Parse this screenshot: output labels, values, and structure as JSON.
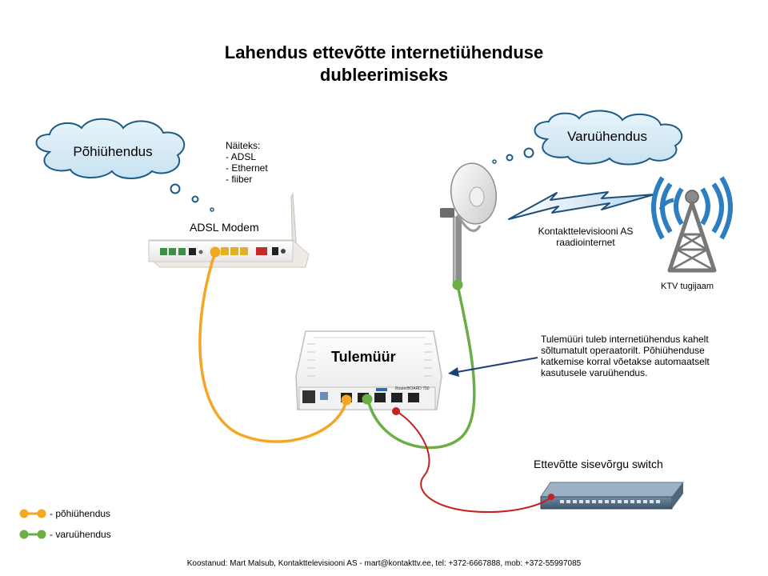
{
  "title_line1": "Lahendus ettevõtte internetiühenduse",
  "title_line2": "dubleerimiseks",
  "primary_cloud": "Põhiühendus",
  "backup_cloud": "Varuühendus",
  "examples": {
    "heading": "Näiteks:",
    "items": [
      "- ADSL",
      "- Ethernet",
      "- fiiber"
    ]
  },
  "modem_label": "ADSL Modem",
  "radio_label_1": "Kontakttelevisiooni AS",
  "radio_label_2": "raadiointernet",
  "tower_label": "KTV tugijaam",
  "firewall_label": "Tulemüür",
  "firewall_brand": "RouterBOARD 750",
  "note_lines": [
    "Tulemüüri tuleb internetiühendus kahelt",
    "sõltumatult operaatorilt. Põhiühenduse",
    "katkemise korral võetakse automaatselt",
    "kasutusele varuühendus."
  ],
  "switch_label": "Ettevõtte sisevõrgu switch",
  "legend": [
    {
      "text": "- põhiühendus",
      "color": "#F5A623"
    },
    {
      "text": "- varuühendus",
      "color": "#6AAE45"
    }
  ],
  "cable_colors": {
    "primary": "#F5A623",
    "backup": "#6AAE45",
    "lan": "#C8201E"
  },
  "icons": [
    "cloud-icon",
    "wifi-dish-icon",
    "radio-tower-icon",
    "lightning-icon",
    "modem-icon",
    "router-icon",
    "switch-icon"
  ],
  "footer": "Koostanud: Mart Malsub, Kontakttelevisiooni AS - mart@kontakttv.ee, tel: +372-6667888, mob: +372-55997085"
}
